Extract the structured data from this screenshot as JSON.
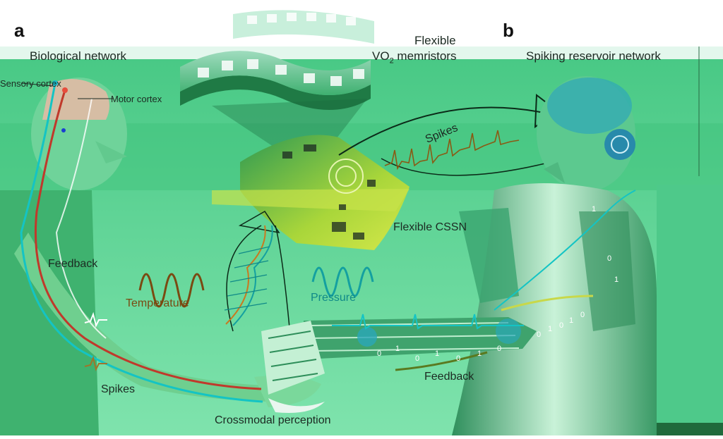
{
  "panel_a": {
    "letter": "a",
    "biological_network": "Biological network",
    "sensory_cortex": "Sensory cortex",
    "motor_cortex": "Motor cortex",
    "feedback": "Feedback",
    "spikes": "Spikes",
    "temperature": "Temperature",
    "crossmodal": "Crossmodal perception"
  },
  "center": {
    "flexible": "Flexible",
    "vo2_prefix": "VO",
    "vo2_sub": "2",
    "vo2_suffix": " memristors",
    "spikes": "Spikes",
    "pressure": "Pressure",
    "flexible_cssn": "Flexible CSSN",
    "feedback": "Feedback"
  },
  "panel_b": {
    "letter": "b",
    "spiking_reservoir": "Spiking reservoir network",
    "binary_code": "0 1 0 1 0 1 0"
  },
  "colors": {
    "background_top": "#ffffff",
    "green_dark": "#2e9f62",
    "green_light": "#8fe6b0",
    "yellow_green": "#b7d83a",
    "brown": "#7a4a12",
    "teal": "#14a0a0",
    "red_nerve": "#c0392b"
  }
}
